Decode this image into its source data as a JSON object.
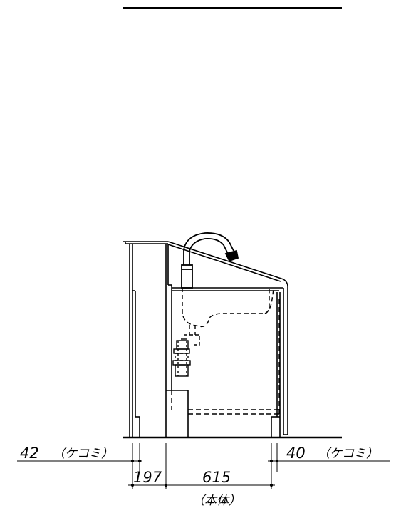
{
  "diagram": {
    "type": "technical-side-elevation",
    "subject": "washbasin cabinet side section",
    "line_color": "#000000",
    "background": "#ffffff"
  },
  "dimensions": {
    "left_kick": {
      "value": "42",
      "note": "（ケコミ）"
    },
    "right_kick": {
      "value": "40",
      "note": "（ケコミ）"
    },
    "left_depth": {
      "value": "197"
    },
    "body_depth": {
      "value": "615",
      "note": "（本体）"
    }
  }
}
